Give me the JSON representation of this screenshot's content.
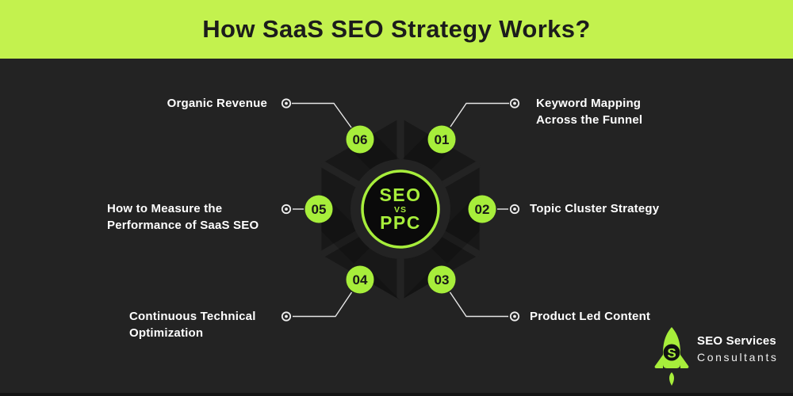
{
  "header": {
    "title": "How SaaS SEO Strategy Works?"
  },
  "center": {
    "top": "SEO",
    "middle": "VS",
    "bottom": "PPC"
  },
  "steps": [
    {
      "number": "01",
      "label": "Keyword Mapping\nAcross the Funnel"
    },
    {
      "number": "02",
      "label": "Topic Cluster Strategy"
    },
    {
      "number": "03",
      "label": "Product Led Content"
    },
    {
      "number": "04",
      "label": "Continuous Technical\nOptimization"
    },
    {
      "number": "05",
      "label": "How to Measure the\nPerformance of SaaS SEO"
    },
    {
      "number": "06",
      "label": "Organic Revenue"
    }
  ],
  "logo": {
    "name": "SEO Services",
    "subtitle": "Consultants",
    "monogram": "S"
  },
  "colors": {
    "header_green": "#c3f24e",
    "accent_green": "#a7ee3b",
    "background": "#232323",
    "wedge_dark": "#181818",
    "center_black": "#0a0a0a",
    "text_white": "#ffffff",
    "dark_text": "#1c1c1c"
  }
}
